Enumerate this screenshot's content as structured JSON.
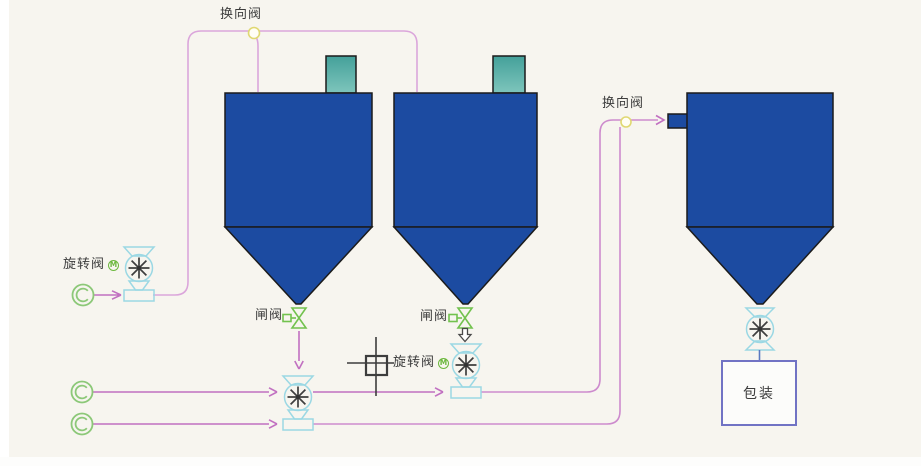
{
  "diagram": {
    "type": "pneumatic-conveying-process-flow",
    "labels": {
      "top_diverter": "换向阀",
      "right_diverter": "换向阀",
      "rotary_left": "旋转阀",
      "rotary_mid": "旋转阀",
      "gate_1": "闸阀",
      "gate_2": "闸阀",
      "packaging": "包装",
      "motor": "M"
    },
    "colors": {
      "background": "#f7f5ef",
      "silo_fill": "#1c4ba1",
      "silo_stroke": "#1b1b1b",
      "chimney_top": "#44a09a",
      "chimney_bottom": "#7ec5bc",
      "pipe_light_pink": "#dba6db",
      "pipe_pink": "#cd8bcd",
      "arrow_magenta": "#c170c1",
      "valve_cyan": "#9bd8e4",
      "valve_spoke": "#3f3f3f",
      "gate_green": "#72c24e",
      "blower_green": "#8cc878",
      "diverter_yellow": "#e0d872",
      "box_border": "#7173c4",
      "drop_line_blue": "#5b79c0",
      "text": "#3c3c3c"
    }
  }
}
